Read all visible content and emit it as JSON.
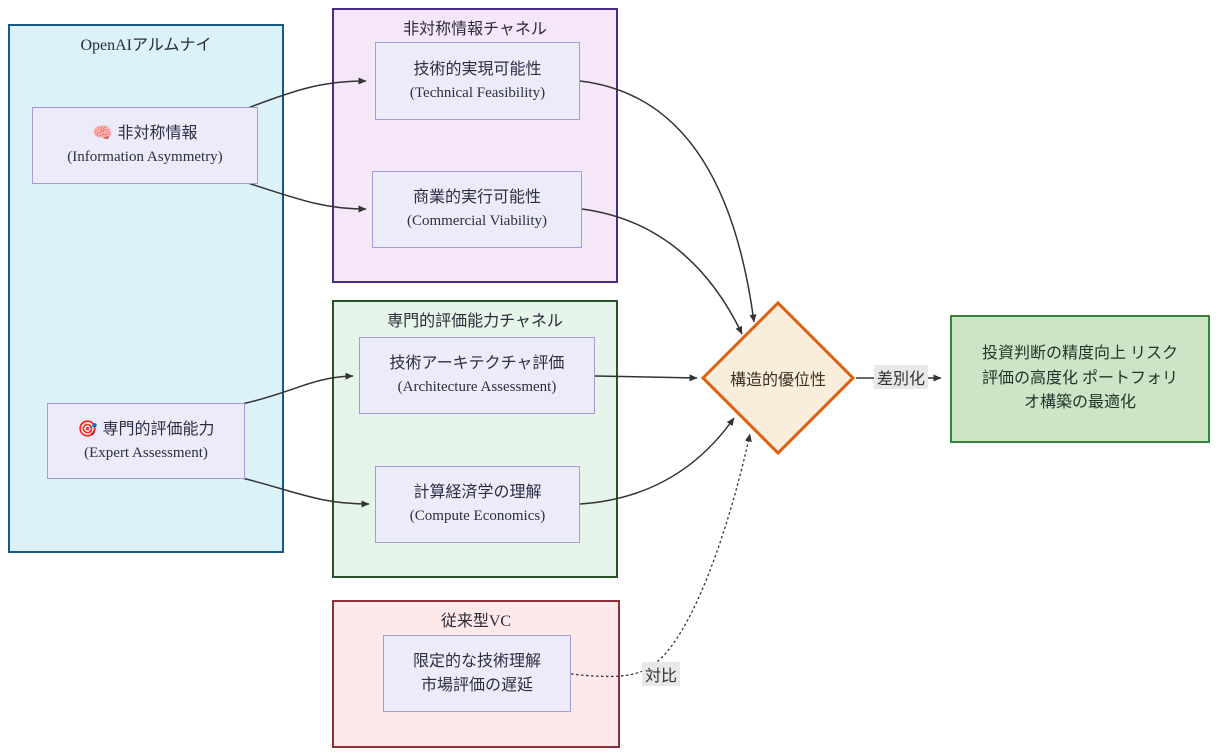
{
  "containers": {
    "alumni": {
      "title": "OpenAIアルムナイ"
    },
    "info_channel": {
      "title": "非対称情報チャネル"
    },
    "expert_channel": {
      "title": "専門的評価能力チャネル"
    },
    "traditional_vc": {
      "title": "従来型VC"
    }
  },
  "nodes": {
    "asymmetry": {
      "icon": "🧠",
      "jp": "非対称情報",
      "en": "(Information Asymmetry)"
    },
    "expert": {
      "icon": "🎯",
      "jp": "専門的評価能力",
      "en": "(Expert Assessment)"
    },
    "technical": {
      "jp": "技術的実現可能性",
      "en": "(Technical Feasibility)"
    },
    "commercial": {
      "jp": "商業的実行可能性",
      "en": "(Commercial Viability)"
    },
    "architecture": {
      "jp": "技術アーキテクチャ評価",
      "en": "(Architecture Assessment)"
    },
    "compute": {
      "jp": "計算経済学の理解",
      "en": "(Compute Economics)"
    },
    "limited_vc": {
      "line1": "限定的な技術理解",
      "line2": "市場評価の遅延"
    },
    "advantage": {
      "label": "構造的優位性"
    },
    "outcome": {
      "line1": "投資判断の精度向上",
      "line2": "リスク評価の高度化",
      "line3": "ポートフォリオ構築の最適化"
    }
  },
  "edge_labels": {
    "differentiation": "差別化",
    "contrast": "対比"
  },
  "colors": {
    "alumni_fill": "#DCF2FB",
    "alumni_border": "#1A5A82",
    "info_fill": "#F5E6F8",
    "info_border": "#4B2E83",
    "expert_fill": "#E6F5EA",
    "expert_border": "#2B512B",
    "vc_fill": "#FDE8EA",
    "vc_border": "#8F3138",
    "node_fill": "#ECEBFA",
    "node_border": "#A79BD5",
    "diamond_fill": "#F9EEDC",
    "diamond_border": "#DD5E0E",
    "outcome_fill": "#CBE5C6",
    "outcome_border": "#38823C",
    "edge_stroke": "#333333",
    "edge_label_bg": "#E8E8E8"
  }
}
